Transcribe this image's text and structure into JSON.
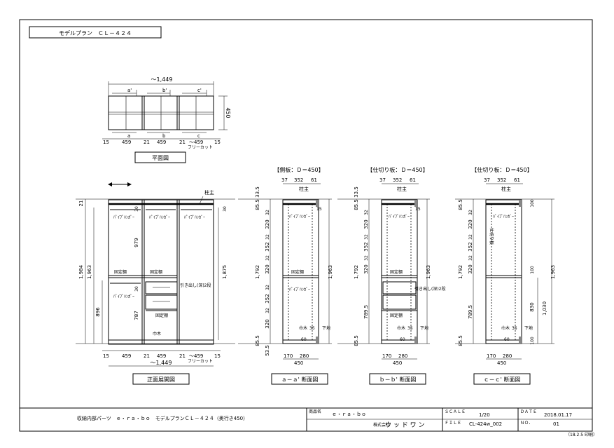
{
  "header": {
    "title": "モデルプラン　ＣＬ－４２４"
  },
  "plan": {
    "overall_dim": "～1,449",
    "depth_dim": "450",
    "markers_top": [
      "a'",
      "b'",
      "c'"
    ],
    "markers_bottom": [
      "a",
      "b",
      "c"
    ],
    "bottom_dims": [
      "15",
      "459",
      "21",
      "459",
      "21",
      "～459",
      "15"
    ],
    "free_cut": "フリーカット",
    "label": "平面図"
  },
  "front": {
    "label": "正面展開図",
    "overall_dim": "～1,449",
    "bottom_dims": [
      "15",
      "459",
      "21",
      "459",
      "21",
      "～459",
      "15"
    ],
    "free_cut": "フリーカット",
    "heights": [
      "21",
      "1,984",
      "1,963",
      "896"
    ],
    "inner_dims": [
      "30",
      "979",
      "30",
      "787",
      "1,875",
      "30"
    ],
    "labels": {
      "hashira_top": "柱主",
      "hashira_bottom": "巾木",
      "hanger_pipe_1": "ﾊﾟｲﾌﾟﾊﾝｶﾞｰ",
      "hanger_pipe_2": "ﾊﾟｲﾌﾟﾊﾝｶﾞｰ",
      "hanger_pipe_3": "ﾊﾟｲﾌﾟﾊﾝｶﾞｰ",
      "hanger_pipe_4": "ﾊﾟｲﾌﾟﾊﾝｶﾞｰ",
      "fixed_shelf_1": "固定棚",
      "fixed_shelf_2": "固定棚",
      "fixed_shelf_3": "固定棚",
      "drawer": "引き出し(深)2段"
    }
  },
  "sections": [
    {
      "title": "【側板：Ｄ＝450】",
      "label": "ａ－ａ' 断面図",
      "top_dims": [
        "37",
        "352",
        "61"
      ],
      "bottom_dims": [
        "170",
        "280"
      ],
      "depth": "450",
      "left_dims": [
        "33.5",
        "85.5",
        "32",
        "320",
        "32",
        "352",
        "32",
        "320",
        "1,792",
        "32",
        "352",
        "32",
        "320",
        "85.5",
        "53.5"
      ],
      "right_dims": [
        "15",
        "1,963"
      ],
      "labels": {
        "top": "柱主",
        "pipe": "ﾊﾟｲﾌﾟﾊﾝｶﾞｰ",
        "pipe2": "ﾊﾟｲﾌﾟﾊﾝｶﾞｰ",
        "shelf": "固定棚",
        "floor": "巾木",
        "floor_dims": [
          "35",
          "下地",
          "60"
        ]
      }
    },
    {
      "title": "【仕切り板：Ｄ＝450】",
      "label": "ｂ－ｂ' 断面図",
      "top_dims": [
        "37",
        "352",
        "61"
      ],
      "bottom_dims": [
        "170",
        "280"
      ],
      "depth": "450",
      "left_dims": [
        "33.5",
        "85.5",
        "32",
        "320",
        "32",
        "352",
        "32",
        "320",
        "1,792",
        "789.5",
        "85.5"
      ],
      "right_dims": [
        "15",
        "1,963"
      ],
      "labels": {
        "top": "柱主",
        "pipe": "ﾊﾟｲﾌﾟﾊﾝｶﾞｰ",
        "shelf": "固定棚",
        "shelf2": "固定棚",
        "drawer": "引き出し(深)2段",
        "floor": "巾木",
        "floor_dims": [
          "35",
          "下地",
          "60"
        ]
      }
    },
    {
      "title": "【仕切り板：Ｄ＝450】",
      "label": "ｃ－ｃ' 断面図",
      "top_dims": [
        "37",
        "352",
        "61"
      ],
      "bottom_dims": [
        "170",
        "280"
      ],
      "depth": "450",
      "left_dims": [
        "85.5",
        "32",
        "320",
        "32",
        "352",
        "32",
        "320",
        "1,792",
        "789.5",
        "85.5"
      ],
      "right_dims": [
        "100",
        "1,963",
        "100",
        "830",
        "1,030",
        "100"
      ],
      "labels": {
        "top": "柱主",
        "pipe": "ﾊﾟｲﾌﾟﾊﾝｶﾞｰ",
        "side": "仕切り板",
        "floor": "巾木",
        "floor_dims": [
          "35",
          "下地",
          "60"
        ]
      }
    }
  ],
  "title_block": {
    "project": "収納内部パーツ　ｅ・ｒａ・ｂｏ　モデルプランＣＬ－４２４（奥行き450）",
    "product_label": "商品名",
    "product": "ｅ・ｒａ・ｂｏ",
    "company_label": "株式会社",
    "company": "ウ ッ ド ワ ン",
    "scale_label": "ＳＣＡＬＥ",
    "scale": "1/20",
    "date_label": "ＤＡＴＥ",
    "date": "2018.01.17",
    "file_label": "ＦＩＬＥ",
    "file": "CL-424w_002",
    "no_label": "ＮＯ．",
    "no": "01",
    "footer_ref": "（18.2.5 印刷）"
  },
  "colors": {
    "line": "#000000",
    "paper": "#ffffff",
    "fill": "#888888"
  }
}
